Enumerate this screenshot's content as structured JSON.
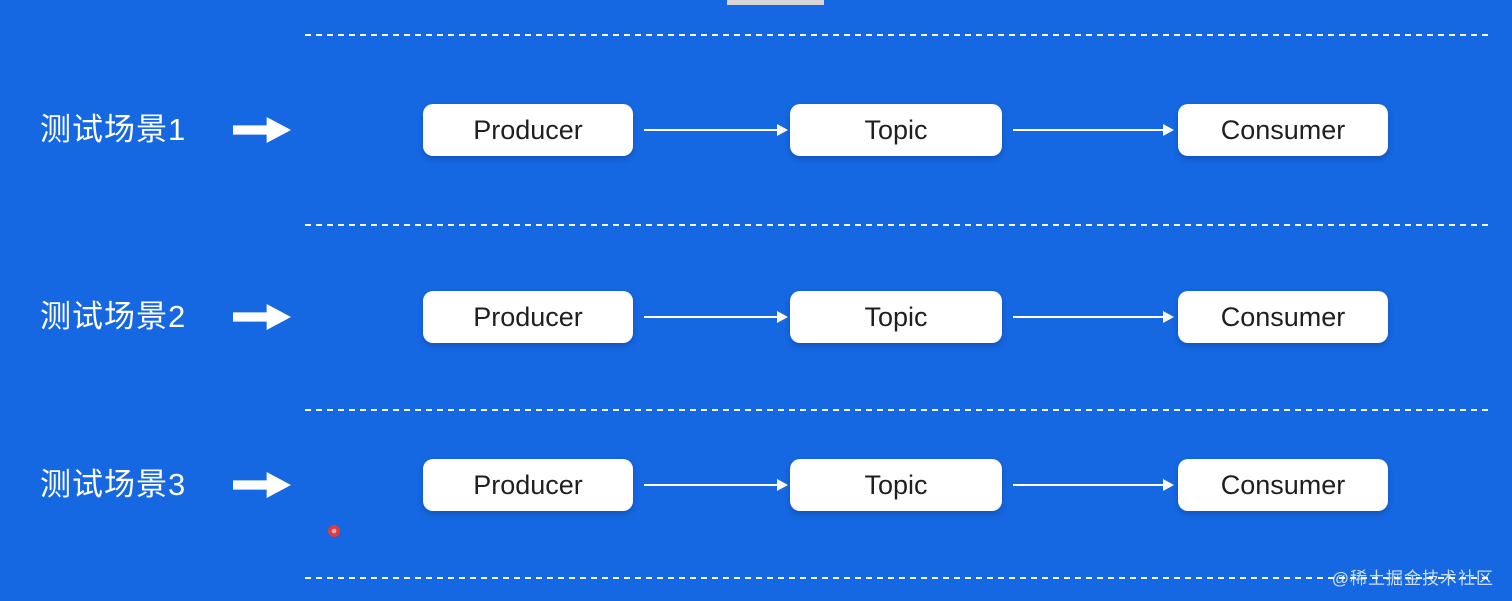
{
  "page": {
    "background_color": "#1567E2",
    "watermark": "@稀土掘金技术社区"
  },
  "rows": [
    {
      "label": "测试场景1",
      "nodes": {
        "producer": "Producer",
        "topic": "Topic",
        "consumer": "Consumer"
      }
    },
    {
      "label": "测试场景2",
      "nodes": {
        "producer": "Producer",
        "topic": "Topic",
        "consumer": "Consumer"
      }
    },
    {
      "label": "测试场景3",
      "nodes": {
        "producer": "Producer",
        "topic": "Topic",
        "consumer": "Consumer"
      }
    }
  ]
}
